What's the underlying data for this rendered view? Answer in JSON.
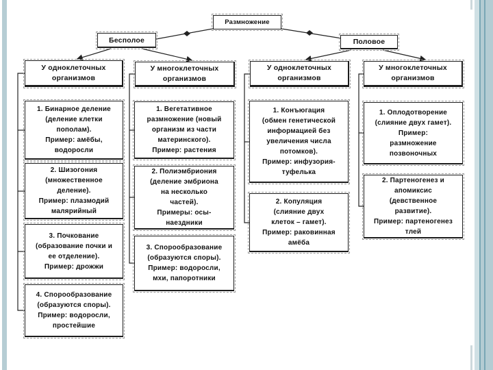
{
  "slide": {
    "background": "#ffffff",
    "stripes": {
      "left_color": "#b6cdd4",
      "right_light": "#cfe0e4",
      "right_mid": "#b4ccd3",
      "right_dark": "#79a7b5",
      "tick_color": "#cdd9dc"
    },
    "line_color": "#222222"
  },
  "diagram": {
    "root": {
      "label": "Размножение"
    },
    "branches": [
      {
        "label": "Бесполое"
      },
      {
        "label": "Половое"
      }
    ],
    "columns": [
      {
        "header": "У одноклеточных\nорганизмов",
        "items": [
          "1. Бинарное деление\n(деление клетки\nпополам).\nПример: амёбы,\nводоросли",
          "2. Шизогония\n(множественное\nделение).\nПример: плазмодий\nмалярийный",
          "3. Почкование\n(образование почки и\nее отделение).\nПример: дрожжи",
          "4. Спорообразование\n(образуются споры).\nПример: водоросли,\nпростейшие"
        ]
      },
      {
        "header": "У многоклеточных\nорганизмов",
        "items": [
          "1. Вегетативное\nразмножение (новый\nорганизм из части\nматеринского).\nПример: растения",
          "2. Полиэмбриония\n(деление эмбриона\nна несколько\nчастей).\nПримеры: осы-\nнаездники",
          "3. Спорообразование\n(образуются споры).\nПример: водоросли,\nмхи, папоротники"
        ]
      },
      {
        "header": "У одноклеточных\nорганизмов",
        "items": [
          "1. Конъюгация\n(обмен генетической\nинформацией без\nувеличения числа\nпотомков).\nПример: инфузория-\nтуфелька",
          "2. Копуляция\n(слияние двух\nклеток – гамет).\nПример: раковинная\nамёба"
        ]
      },
      {
        "header": "У многоклеточных\nорганизмов",
        "items": [
          "1. Оплодотворение\n(слияние двух гамет).\nПример:\nразмножение\nпозвоночных",
          "2. Партеногенез и\nапомиксис\n(девственное\nразвитие).\nПример: партеногенез\nтлей"
        ]
      }
    ]
  }
}
